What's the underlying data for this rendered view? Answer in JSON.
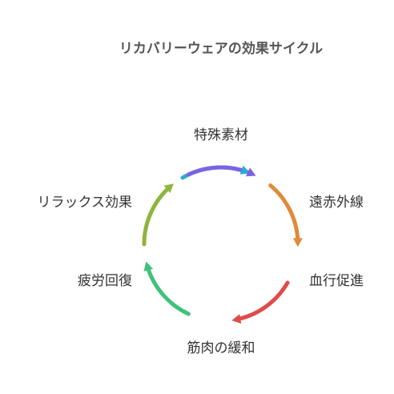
{
  "title": "リカバリーウェアの効果サイクル",
  "cycle": [
    {
      "label": "特殊素材",
      "color": "#2aabd5"
    },
    {
      "label": "遠赤外線",
      "color": "#e08a3a"
    },
    {
      "label": "血行促進",
      "color": "#e04b4b"
    },
    {
      "label": "筋肉の緩和",
      "color": "#3ec27a"
    },
    {
      "label": "疲労回復",
      "color": "#8cb63c"
    },
    {
      "label": "リラックス効果",
      "color": "#7b63e3"
    }
  ]
}
